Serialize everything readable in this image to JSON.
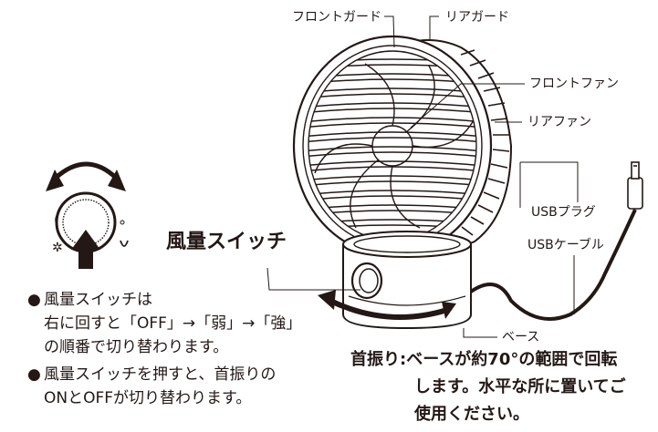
{
  "labels": {
    "front_guard": "フロントガード",
    "rear_guard": "リアガード",
    "front_fan": "フロントファン",
    "rear_fan": "リアファン",
    "usb_plug": "USBプラグ",
    "usb_cable": "USBケーブル",
    "base": "ベース"
  },
  "switch_title": "風量スイッチ",
  "notes": {
    "bullet": "●",
    "note1_line1": "風量スイッチは",
    "note1_line2": "右に回すと「OFF」→「弱」→「強」",
    "note1_line3": "の順番で切り替わります。",
    "note2_line1": "風量スイッチを押すと、首振りの",
    "note2_line2": "ONとOFFが切り替わります。"
  },
  "swing": {
    "line1": "首振り:ベースが約70°の範囲で回転",
    "line2": "します。水平な所に置いてご",
    "line3": "使用ください。"
  },
  "colors": {
    "ink": "#231815",
    "body": "#ffffff"
  }
}
